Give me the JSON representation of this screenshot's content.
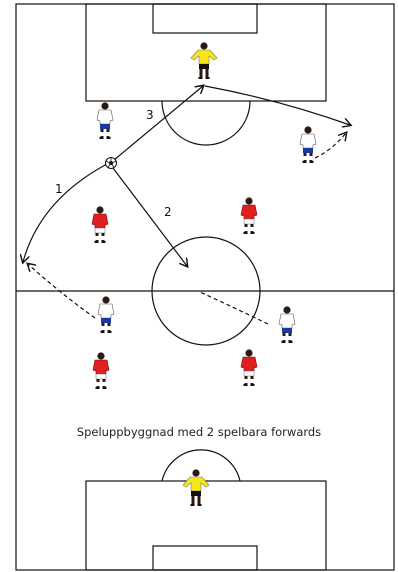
{
  "caption": "Speluppbyggnad med 2 spelbara forwards",
  "pass_labels": [
    "1",
    "2",
    "3"
  ],
  "colors": {
    "lines": "#111111",
    "team_red": "#e02020",
    "team_white_shirt": "#ffffff",
    "team_blue_shorts": "#1a3a9a",
    "goalkeeper": "#f5e61a",
    "skin": "#2a1a12"
  },
  "icons": [
    "soccer-ball-icon",
    "player-red-icon",
    "player-white-icon",
    "goalkeeper-icon"
  ]
}
